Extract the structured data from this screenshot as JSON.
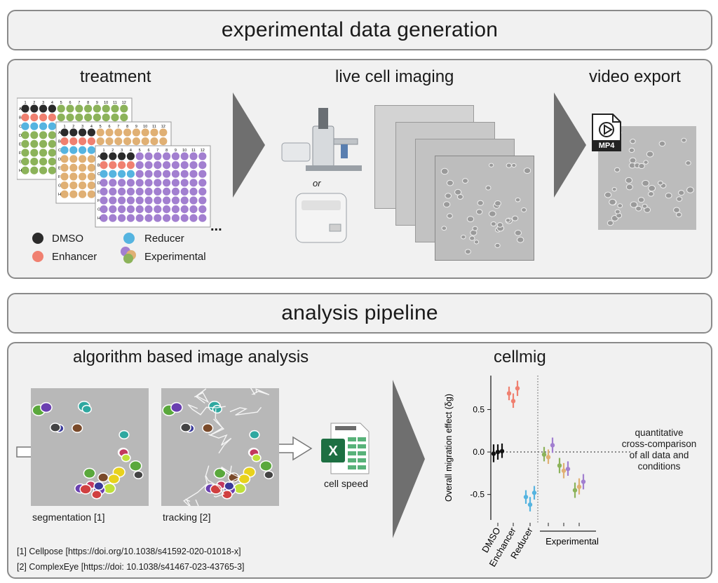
{
  "banners": {
    "top": "experimental data generation",
    "bottom": "analysis pipeline"
  },
  "sections": {
    "treatment": "treatment",
    "imaging": "live cell imaging",
    "export": "video export",
    "algo": "algorithm based image analysis",
    "cellmig": "cellmig"
  },
  "plate": {
    "col_labels": [
      "1",
      "2",
      "3",
      "4",
      "5",
      "6",
      "7",
      "8",
      "9",
      "10",
      "11",
      "12"
    ],
    "row_labels": [
      "A",
      "B",
      "C",
      "D",
      "E",
      "F",
      "G",
      "H"
    ],
    "more": "..."
  },
  "legend": [
    {
      "label": "DMSO",
      "color": "#2b2b2b"
    },
    {
      "label": "Enhancer",
      "color": "#f08070"
    },
    {
      "label": "Reducer",
      "color": "#55b4e0"
    },
    {
      "label": "Experimental",
      "colors": [
        "#a27fd0",
        "#e0b074",
        "#8cb35a"
      ]
    }
  ],
  "colors": {
    "dmso": "#2b2b2b",
    "enhancer": "#f08070",
    "reducer": "#55b4e0",
    "exp_green": "#8cb35a",
    "exp_tan": "#e0b074",
    "exp_purple": "#a27fd0",
    "excel_green": "#1d6f42"
  },
  "imaging": {
    "or_label": "or"
  },
  "export": {
    "badge": "MP4",
    "icon": "play-icon"
  },
  "analysis": {
    "seg_caption": "segmentation [1]",
    "track_caption": "tracking [2]",
    "excel_caption": "cell speed",
    "excel_letter": "X",
    "refs": [
      "[1] Cellpose [https://doi.org/10.1038/s41592-020-01018-x]",
      "[2] ComplexEye [https://doi: 10.1038/s41467-023-43765-3]"
    ]
  },
  "side_note": [
    "quantitative",
    "cross-comparison",
    "of all data and",
    "conditions"
  ],
  "chart_data": {
    "type": "scatter",
    "ylabel": "Overall migration effect (δg)",
    "xlabel": "",
    "ylim": [
      -0.8,
      0.9
    ],
    "yticks": [
      0.5,
      0.0,
      -0.5
    ],
    "ytick_labels": [
      "0.5",
      "0.0",
      "-0.5"
    ],
    "categories": [
      "DMSO",
      "Enchancer",
      "Reducer"
    ],
    "group_label": "Experimental",
    "series": [
      {
        "group": "DMSO",
        "color": "#111111",
        "points": [
          {
            "y": -0.02,
            "lo": -0.12,
            "hi": 0.09
          },
          {
            "y": 0.0,
            "lo": -0.09,
            "hi": 0.09
          },
          {
            "y": 0.01,
            "lo": -0.07,
            "hi": 0.1
          }
        ]
      },
      {
        "group": "Enchancer",
        "color": "#f08070",
        "points": [
          {
            "y": 0.69,
            "lo": 0.61,
            "hi": 0.77
          },
          {
            "y": 0.6,
            "lo": 0.52,
            "hi": 0.69
          },
          {
            "y": 0.75,
            "lo": 0.66,
            "hi": 0.84
          }
        ]
      },
      {
        "group": "Reducer",
        "color": "#55b4e0",
        "points": [
          {
            "y": -0.53,
            "lo": -0.61,
            "hi": -0.45
          },
          {
            "y": -0.62,
            "lo": -0.7,
            "hi": -0.53
          },
          {
            "y": -0.48,
            "lo": -0.56,
            "hi": -0.4
          }
        ]
      },
      {
        "group": "Experimental",
        "color": "#8cb35a",
        "points": [
          {
            "y": -0.03,
            "lo": -0.11,
            "hi": 0.06,
            "c": "#8cb35a"
          },
          {
            "y": -0.06,
            "lo": -0.14,
            "hi": 0.03,
            "c": "#e0b074"
          },
          {
            "y": 0.08,
            "lo": -0.01,
            "hi": 0.17,
            "c": "#a27fd0"
          },
          {
            "y": -0.16,
            "lo": -0.25,
            "hi": -0.07,
            "c": "#8cb35a"
          },
          {
            "y": -0.22,
            "lo": -0.31,
            "hi": -0.13,
            "c": "#e0b074"
          },
          {
            "y": -0.2,
            "lo": -0.28,
            "hi": -0.11,
            "c": "#a27fd0"
          },
          {
            "y": -0.45,
            "lo": -0.54,
            "hi": -0.36,
            "c": "#8cb35a"
          },
          {
            "y": -0.41,
            "lo": -0.5,
            "hi": -0.31,
            "c": "#e0b074"
          },
          {
            "y": -0.35,
            "lo": -0.44,
            "hi": -0.26,
            "c": "#a27fd0"
          }
        ]
      }
    ]
  }
}
